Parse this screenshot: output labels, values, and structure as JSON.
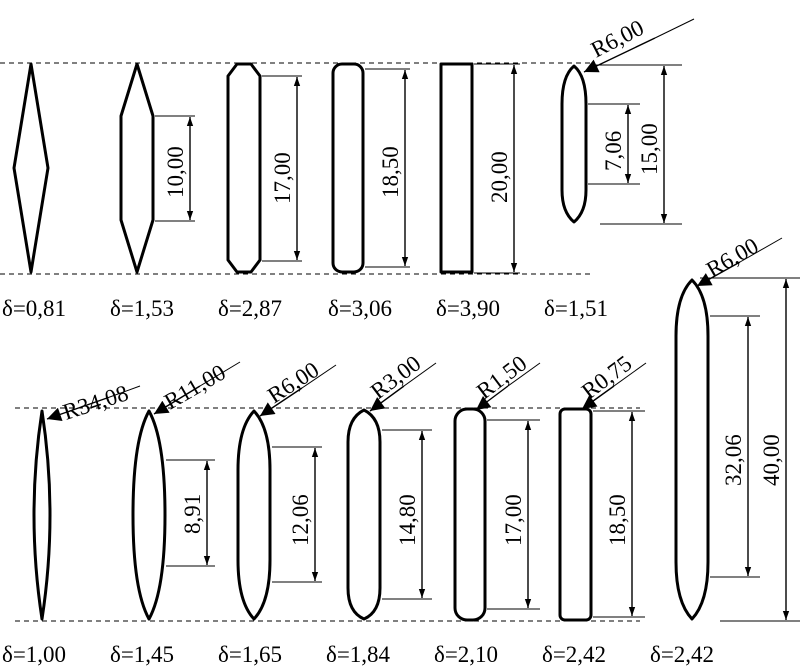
{
  "row1": {
    "deltas": [
      "δ=0,81",
      "δ=1,53",
      "δ=2,87",
      "δ=3,06",
      "δ=3,90",
      "δ=1,51"
    ],
    "dimensions": [
      "10,00",
      "17,00",
      "18,50",
      "20,00",
      "7,06",
      "15,00"
    ],
    "radius": "R6,00"
  },
  "row2": {
    "deltas": [
      "δ=1,00",
      "δ=1,45",
      "δ=1,65",
      "δ=1,84",
      "δ=2,10",
      "δ=2,42",
      "δ=2,42"
    ],
    "dimensions": [
      "8,91",
      "12,06",
      "14,80",
      "17,00",
      "18,50",
      "32,06",
      "40,00"
    ],
    "radii": [
      "R34,08",
      "R11,00",
      "R6,00",
      "R3,00",
      "R1,50",
      "R0,75",
      "R6,00"
    ]
  }
}
